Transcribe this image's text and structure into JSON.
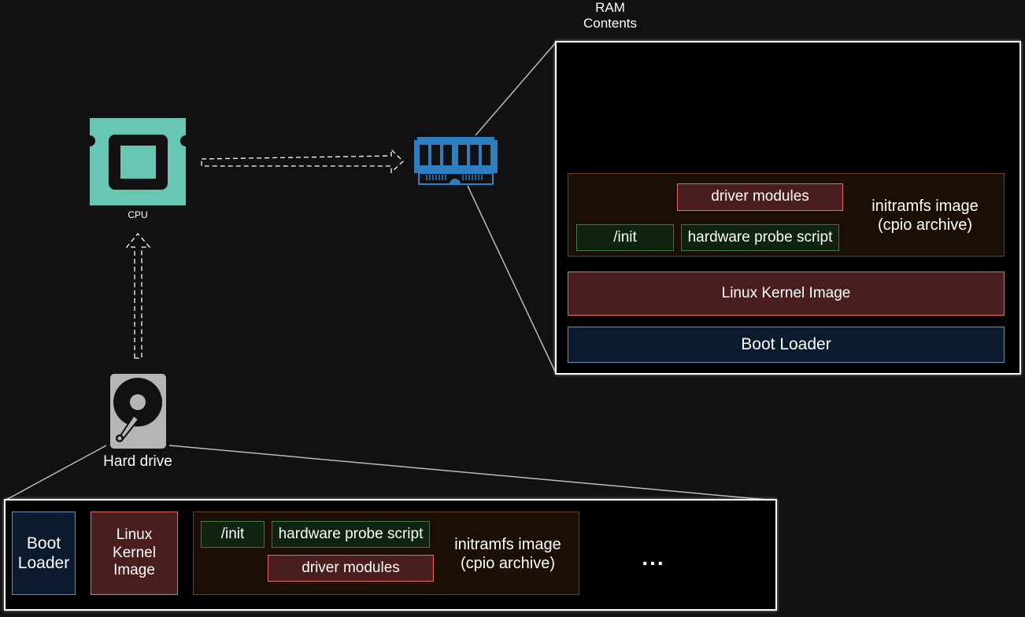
{
  "ram": {
    "title": "RAM\nContents",
    "initramfs_label": "initramfs image\n(cpio archive)",
    "driver_modules": "driver modules",
    "init": "/init",
    "probe_script": "hardware probe script",
    "kernel": "Linux Kernel Image",
    "boot_loader": "Boot Loader"
  },
  "cpu": {
    "label": "CPU"
  },
  "hard_drive": {
    "label": "Hard drive",
    "boot_loader": "Boot\nLoader",
    "kernel": "Linux\nKernel\nImage",
    "init": "/init",
    "probe_script": "hardware probe script",
    "driver_modules": "driver modules",
    "initramfs_label": "initramfs image\n(cpio archive)",
    "ellipsis": "..."
  },
  "colors": {
    "cpu": "#67c7b4",
    "ram": "#2e7fc1",
    "disk": "#b5b5b5",
    "boot_loader_fill": "#0b1a2e",
    "kernel_fill": "#4a1e1f",
    "script_fill": "#0f2310",
    "initramfs_fill": "#1b0e04"
  }
}
